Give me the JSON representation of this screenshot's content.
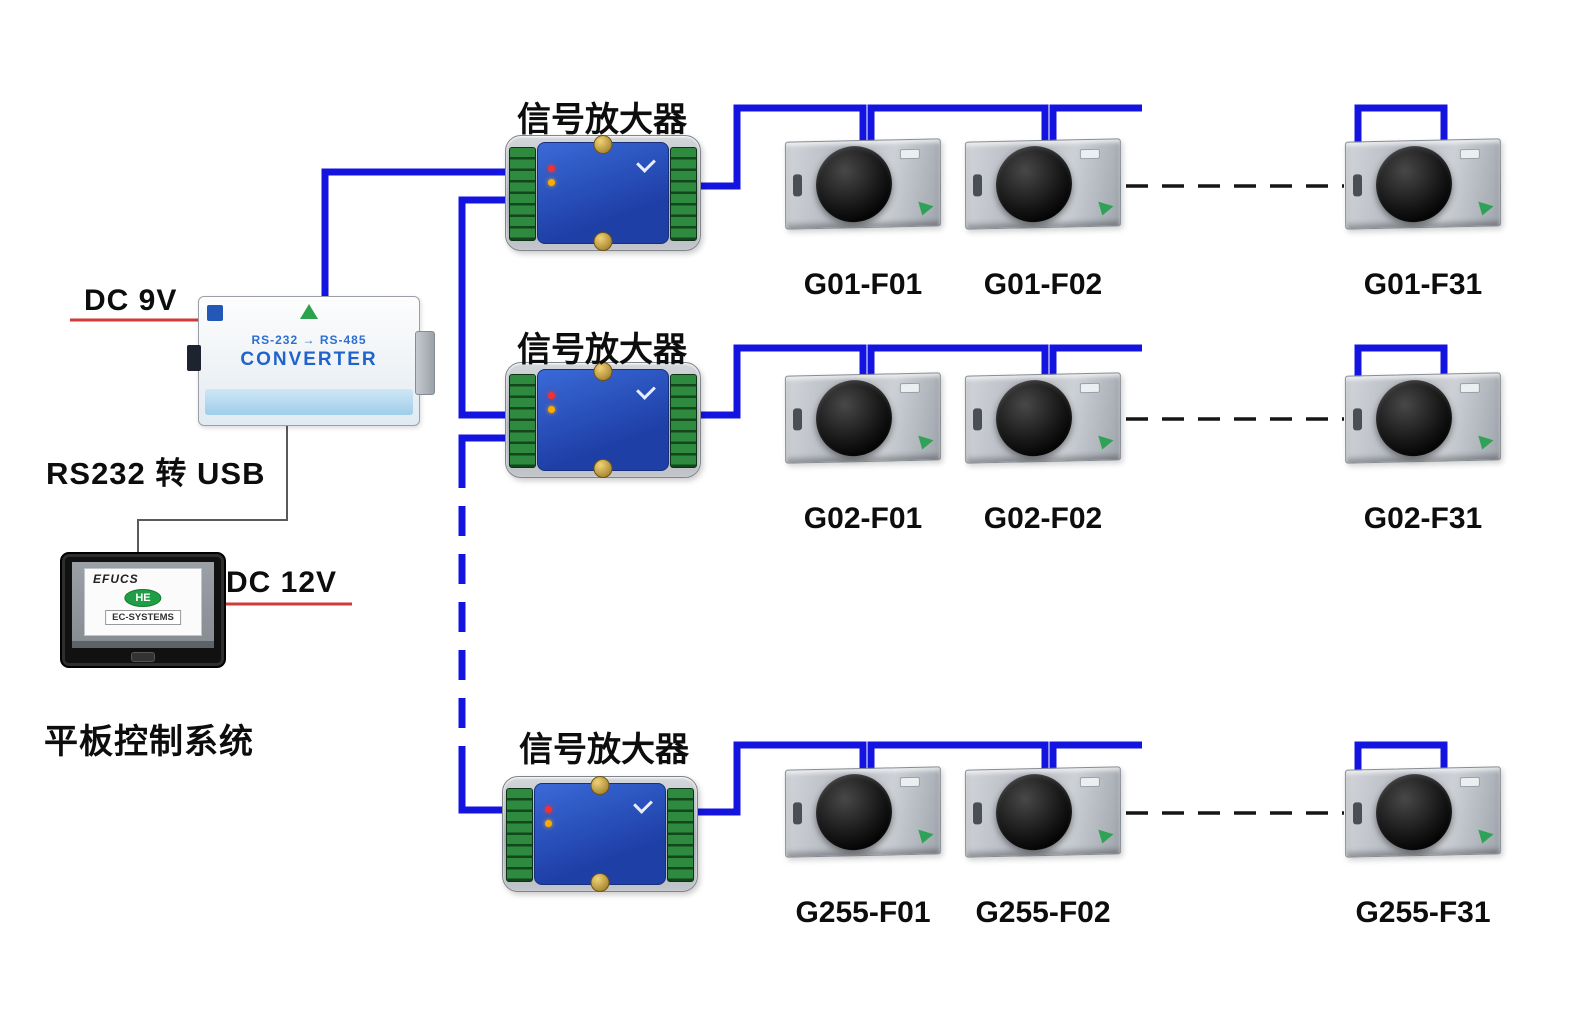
{
  "diagram": {
    "left": {
      "dc9v": "DC 9V",
      "rs232_usb": "RS232 转 USB",
      "dc12v": "DC 12V",
      "system": "平板控制系统"
    },
    "converter": {
      "model": "RS-232 → RS-485",
      "title": "CONVERTER"
    },
    "tablet": {
      "brand": "EFUCS",
      "logo": "HE",
      "company": "EC-SYSTEMS"
    },
    "rows": [
      {
        "amp": "信号放大器",
        "devices": [
          "G01-F01",
          "G01-F02",
          "G01-F31"
        ]
      },
      {
        "amp": "信号放大器",
        "devices": [
          "G02-F01",
          "G02-F02",
          "G02-F31"
        ]
      },
      {
        "amp": "信号放大器",
        "devices": [
          "G255-F01",
          "G255-F02",
          "G255-F31"
        ]
      }
    ]
  },
  "colors": {
    "wire_blue": "#1414e0",
    "line_red": "#d03a3a",
    "dash_black": "#151515"
  }
}
